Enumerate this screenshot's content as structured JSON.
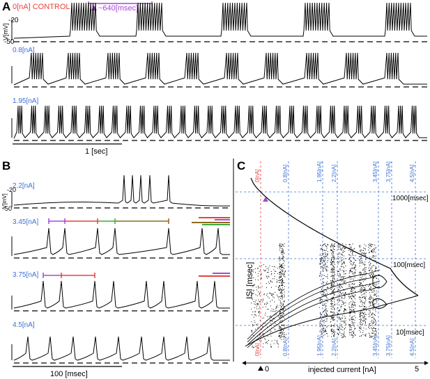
{
  "colors": {
    "blue": "#3b6fd6",
    "red": "#e8413c",
    "purple": "#a349d6",
    "green": "#3fa83b",
    "olive": "#8a6a1c",
    "black": "#000000"
  },
  "panelA": {
    "letter": "A",
    "control_label": "0[nA] CONTROL",
    "period_label": "~640[msec]",
    "yticks": [
      "-20",
      "-50"
    ],
    "ylabel": "V[mV]",
    "traces": [
      "0.8[nA]",
      "1.95[nA]"
    ],
    "scalebar": "1 [sec]"
  },
  "panelB": {
    "letter": "B",
    "traces": [
      "2.2[nA]",
      "3.45[nA]",
      "3.75[nA]",
      "4.5[nA]"
    ],
    "yticks": [
      "-20",
      "-50"
    ],
    "ylabel": "V[mV]",
    "scalebar": "100 [msec]"
  },
  "panelC": {
    "letter": "C",
    "ylabel": "ISI [msec]",
    "xlabel": "injected current [nA]",
    "x_left": "0",
    "x_right": "5",
    "y_labels": [
      "1000[msec]",
      "100[msec]",
      "10[msec]"
    ],
    "current_markers": [
      "0[nA]",
      "0.8[nA]",
      "1.95[nA]",
      "2.2[nA]",
      "3.45[nA]",
      "3.75[nA]",
      "4.5[nA]"
    ]
  }
}
